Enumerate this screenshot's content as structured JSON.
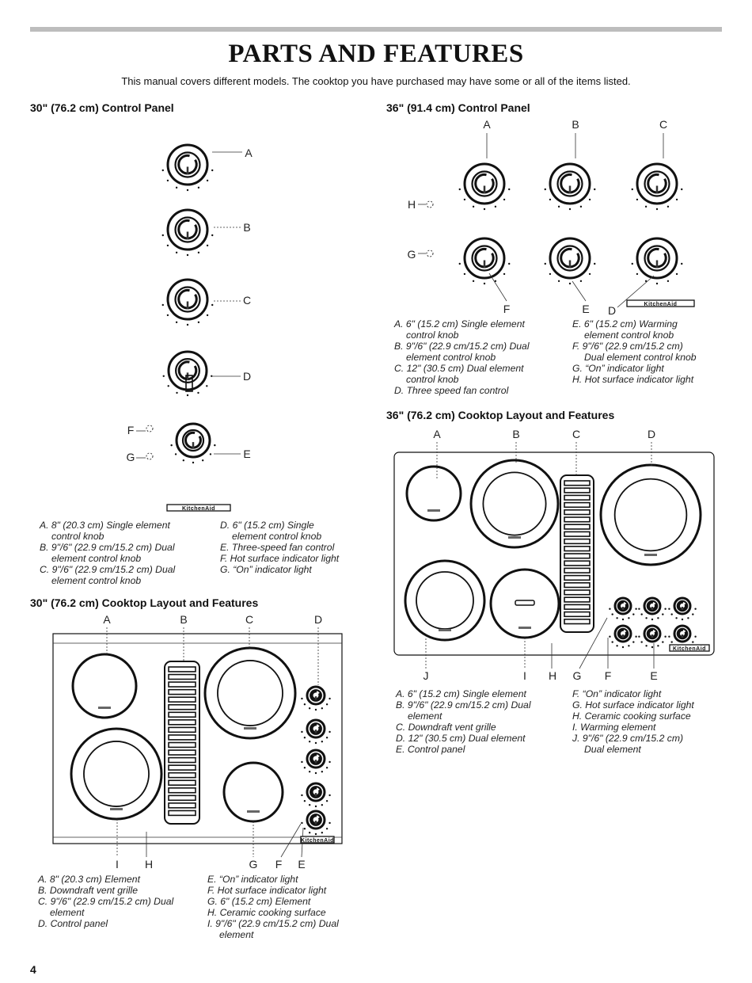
{
  "page": {
    "title": "PARTS AND FEATURES",
    "intro": "This manual covers different models. The cooktop you have purchased may have some or all of the items listed.",
    "page_number": "4",
    "brand": "KitchenAid"
  },
  "sections": {
    "cp30_title": "30\" (76.2 cm) Control Panel",
    "cp36_title": "36\" (91.4 cm) Control Panel",
    "layout30_title": "30\" (76.2 cm) Cooktop Layout and Features",
    "layout36_title": "36\" (76.2 cm) Cooktop Layout and Features"
  },
  "cp30": {
    "letters": [
      "A",
      "B",
      "C",
      "D",
      "E",
      "F",
      "G"
    ],
    "captions_left": [
      [
        "A. 8\" (20.3 cm) Single element",
        "control knob"
      ],
      [
        "B. 9\"/6\" (22.9 cm/15.2 cm) Dual",
        "element control knob"
      ],
      [
        "C. 9\"/6\" (22.9 cm/15.2 cm) Dual",
        "element control knob"
      ]
    ],
    "captions_right": [
      [
        "D. 6\" (15.2 cm) Single",
        "element control knob"
      ],
      [
        "E. Three-speed fan control"
      ],
      [
        "F. Hot surface indicator light"
      ],
      [
        "G. “On” indicator light"
      ]
    ]
  },
  "cp36": {
    "letters": [
      "A",
      "B",
      "C",
      "H",
      "G",
      "F",
      "E",
      "D"
    ],
    "captions_left": [
      [
        "A. 6\" (15.2 cm) Single element",
        "control knob"
      ],
      [
        "B. 9\"/6\" (22.9 cm/15.2 cm) Dual",
        "element control knob"
      ],
      [
        "C. 12\" (30.5 cm) Dual element",
        "control knob"
      ],
      [
        "D. Three speed fan control"
      ]
    ],
    "captions_right": [
      [
        "E. 6\" (15.2 cm) Warming",
        "element control knob"
      ],
      [
        "F. 9\"/6\" (22.9 cm/15.2 cm)",
        "Dual element control knob"
      ],
      [
        "G. “On” indicator light"
      ],
      [
        "H. Hot surface indicator light"
      ]
    ]
  },
  "layout30": {
    "top_letters": [
      "A",
      "B",
      "C",
      "D"
    ],
    "bottom_letters": [
      "I",
      "H",
      "G",
      "F",
      "E"
    ],
    "captions_left": [
      [
        "A. 8\" (20.3 cm) Element"
      ],
      [
        "B. Downdraft vent grille"
      ],
      [
        "C. 9\"/6\" (22.9 cm/15.2 cm) Dual",
        "element"
      ],
      [
        "D. Control panel"
      ]
    ],
    "captions_right": [
      [
        "E. “On” indicator light"
      ],
      [
        "F. Hot surface indicator light"
      ],
      [
        "G. 6\" (15.2 cm) Element"
      ],
      [
        "H. Ceramic cooking surface"
      ],
      [
        "I. 9\"/6\" (22.9 cm/15.2 cm) Dual",
        "element"
      ]
    ]
  },
  "layout36": {
    "top_letters": [
      "A",
      "B",
      "C",
      "D"
    ],
    "bottom_letters": [
      "J",
      "I",
      "H",
      "G",
      "F",
      "E"
    ],
    "captions_left": [
      [
        "A. 6\" (15.2 cm) Single element"
      ],
      [
        "B. 9\"/6\" (22.9 cm/15.2 cm) Dual",
        "element"
      ],
      [
        "C. Downdraft vent grille"
      ],
      [
        "D. 12\" (30.5 cm) Dual element"
      ],
      [
        "E. Control panel"
      ]
    ],
    "captions_right": [
      [
        "F. “On” indicator light"
      ],
      [
        "G. Hot surface indicator light"
      ],
      [
        "H. Ceramic cooking surface"
      ],
      [
        "I. Warming element"
      ],
      [
        "J. 9\"/6\" (22.9 cm/15.2 cm)",
        "Dual element"
      ]
    ]
  }
}
